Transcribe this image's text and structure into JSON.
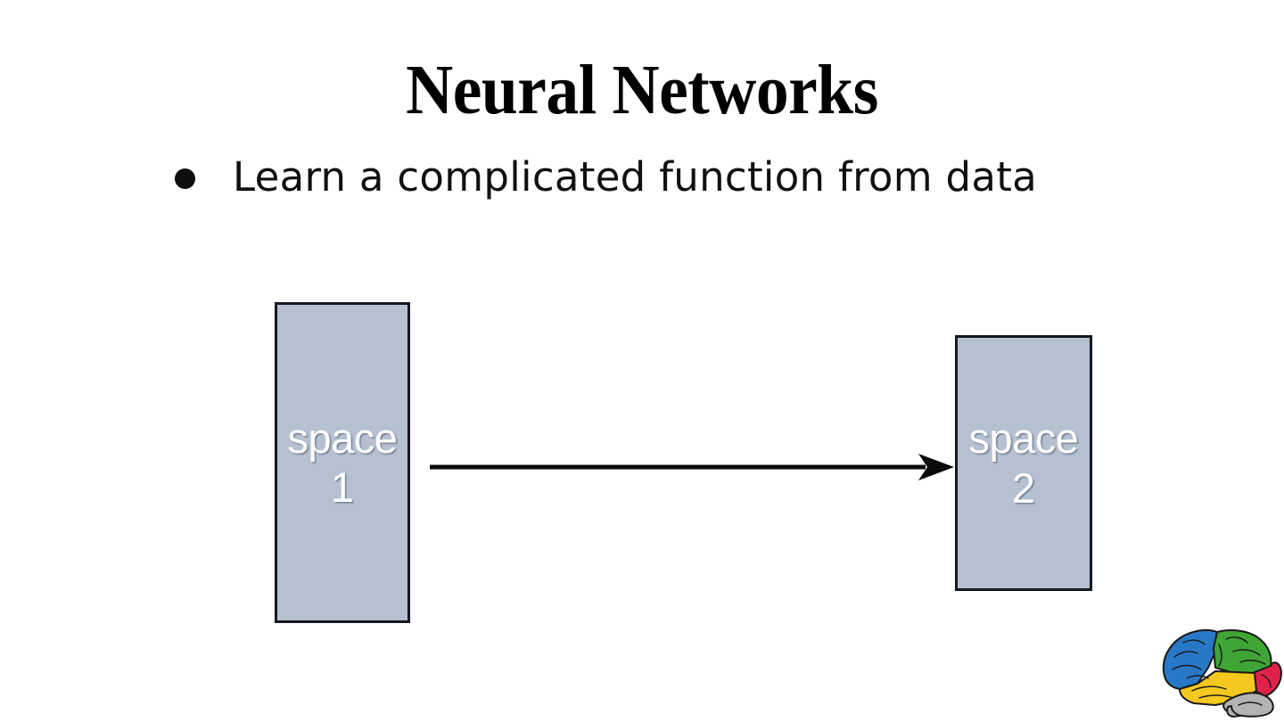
{
  "slide": {
    "title": "Neural Networks",
    "background_color": "#ffffff",
    "bullets": [
      {
        "marker": "bullet-dot",
        "text": "Learn a complicated function from data"
      }
    ],
    "diagram": {
      "type": "mapping",
      "description": "Arrow mapping from one rectangular space to another",
      "boxes": [
        {
          "id": "space-1",
          "label": "space",
          "index": "1",
          "fill_color": "#b5c1d0",
          "border_color": "#141820",
          "text_color": "#ffffff"
        },
        {
          "id": "space-2",
          "label": "space",
          "index": "2",
          "fill_color": "#b5c1d0",
          "border_color": "#141820",
          "text_color": "#ffffff"
        }
      ],
      "arrow": {
        "direction": "left-to-right",
        "from": "space-1",
        "to": "space-2",
        "color": "#0a0a0a"
      }
    },
    "decoration": {
      "name": "brain-illustration",
      "lobes": [
        {
          "name": "frontal-lobe",
          "color": "#2878c8"
        },
        {
          "name": "parietal-lobe",
          "color": "#3fa535"
        },
        {
          "name": "temporal-lobe",
          "color": "#f4c81e"
        },
        {
          "name": "occipital-lobe",
          "color": "#e0214b"
        },
        {
          "name": "cerebellum",
          "color": "#b3b3b3"
        }
      ],
      "outline_color": "#1a1a1a"
    }
  }
}
